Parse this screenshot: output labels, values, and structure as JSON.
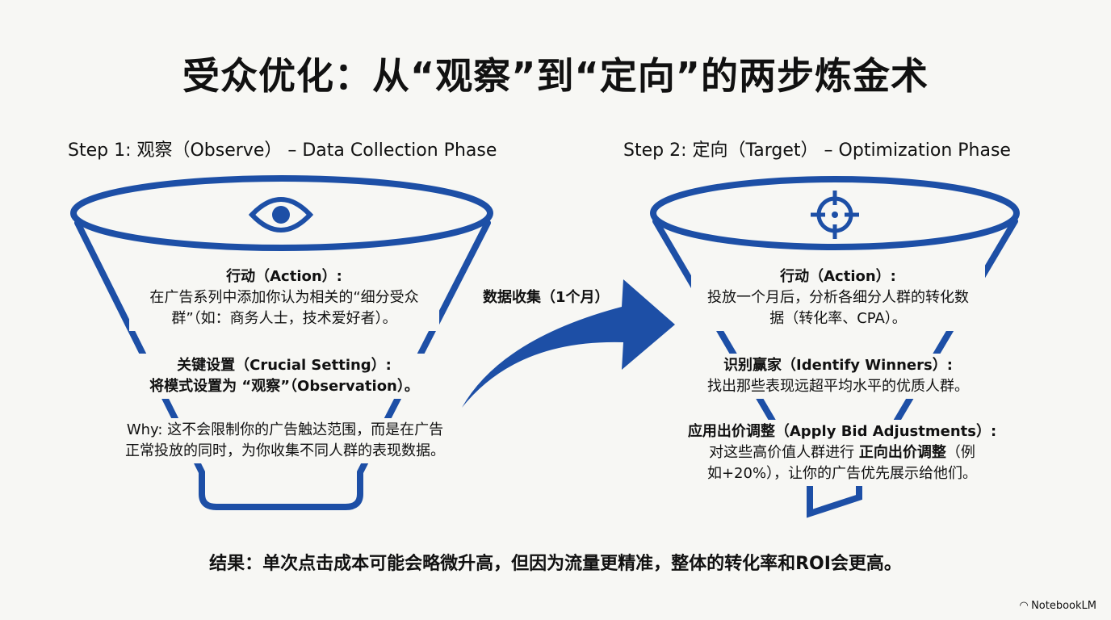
{
  "title": "受众优化：从“观察”到“定向”的两步炼金术",
  "step1": {
    "heading": "Step 1: 观察（Observe） – Data Collection Phase",
    "icon": "eye-icon",
    "action_title": "行动（Action）:",
    "action_text_1": "在广告系列中添加你认为相关的“细分受众",
    "action_text_2": "群”（如：商务人士，技术爱好者）。",
    "setting_title": "关键设置（Crucial Setting）:",
    "setting_text": "将模式设置为 “观察”（Observation）。",
    "why_text_1": "Why: 这不会限制你的广告触达范围，而是在广告",
    "why_text_2": "正常投放的同时，为你收集不同人群的表现数据。"
  },
  "arrow_label": "数据收集（1个月）",
  "step2": {
    "heading": "Step 2: 定向（Target） – Optimization Phase",
    "icon": "crosshair-icon",
    "action_title": "行动（Action）:",
    "action_text_1": "投放一个月后，分析各细分人群的转化数",
    "action_text_2": "据（转化率、CPA）。",
    "winners_title": "识别赢家（Identify Winners）:",
    "winners_text": "找出那些表现远超平均水平的优质人群。",
    "bid_title": "应用出价调整（Apply Bid Adjustments）:",
    "bid_text_1a": "对这些高价值人群进行 ",
    "bid_text_1b": "正向出价调整",
    "bid_text_1c": "（例",
    "bid_text_2": "如+20%），让你的广告优先展示给他们。"
  },
  "result": "结果：单次点击成本可能会略微升高，但因为流量更精准，整体的转化率和ROI会更高。",
  "brand": "NotebookLM",
  "colors": {
    "accent": "#1d4fa6",
    "background": "#f7f7f4"
  }
}
